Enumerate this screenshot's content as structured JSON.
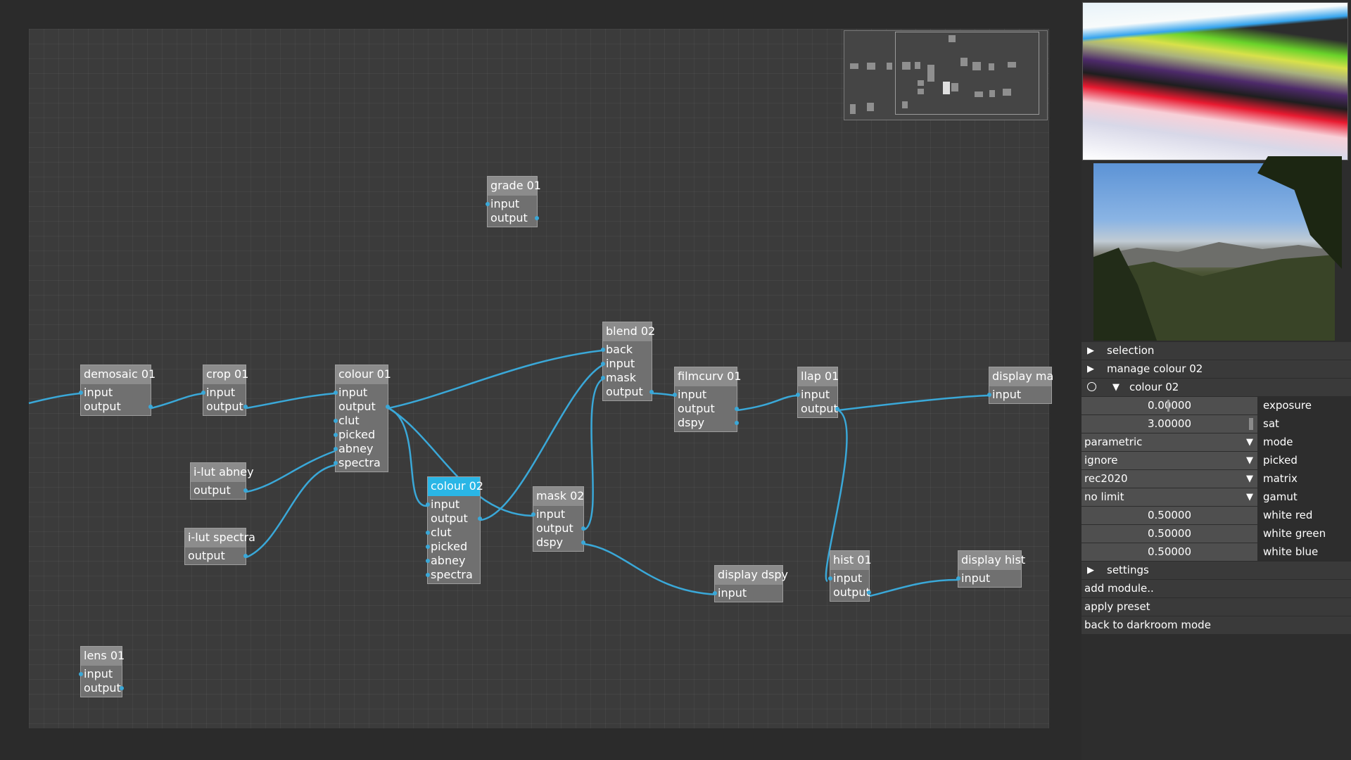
{
  "nodes": {
    "grade01": {
      "title": "grade 01",
      "ports": [
        "input",
        "output"
      ]
    },
    "demosaic01": {
      "title": "demosaic 01",
      "ports": [
        "input",
        "output"
      ]
    },
    "crop01": {
      "title": "crop 01",
      "ports": [
        "input",
        "output"
      ]
    },
    "colour01": {
      "title": "colour 01",
      "ports": [
        "input",
        "output",
        "clut",
        "picked",
        "abney",
        "spectra"
      ]
    },
    "ilutabney": {
      "title": "i-lut abney",
      "ports": [
        "output"
      ]
    },
    "ilutspectra": {
      "title": "i-lut spectra",
      "ports": [
        "output"
      ]
    },
    "colour02": {
      "title": "colour 02",
      "ports": [
        "input",
        "output",
        "clut",
        "picked",
        "abney",
        "spectra"
      ]
    },
    "mask02": {
      "title": "mask 02",
      "ports": [
        "input",
        "output",
        "dspy"
      ]
    },
    "blend02": {
      "title": "blend 02",
      "ports": [
        "back",
        "input",
        "mask",
        "output"
      ]
    },
    "filmcurv01": {
      "title": "filmcurv 01",
      "ports": [
        "input",
        "output",
        "dspy"
      ]
    },
    "llap01": {
      "title": "llap 01",
      "ports": [
        "input",
        "output"
      ]
    },
    "displayma": {
      "title": "display ma",
      "ports": [
        "input"
      ]
    },
    "displaydspy": {
      "title": "display dspy",
      "ports": [
        "input"
      ]
    },
    "hist01": {
      "title": "hist 01",
      "ports": [
        "input",
        "output"
      ]
    },
    "displayhist": {
      "title": "display hist",
      "ports": [
        "input"
      ]
    },
    "lens01": {
      "title": "lens 01",
      "ports": [
        "input",
        "output"
      ]
    }
  },
  "panel": {
    "selection": "selection",
    "manage": "manage colour 02",
    "module": "colour 02",
    "exposure": {
      "value": "0.00000",
      "label": "exposure"
    },
    "sat": {
      "value": "3.00000",
      "label": "sat"
    },
    "mode": {
      "value": "parametric",
      "label": "mode"
    },
    "picked": {
      "value": "ignore",
      "label": "picked"
    },
    "matrix": {
      "value": "rec2020",
      "label": "matrix"
    },
    "gamut": {
      "value": "no limit",
      "label": "gamut"
    },
    "white_red": {
      "value": "0.50000",
      "label": "white red"
    },
    "white_green": {
      "value": "0.50000",
      "label": "white green"
    },
    "white_blue": {
      "value": "0.50000",
      "label": "white blue"
    },
    "settings": "settings",
    "add_module": "add module..",
    "apply_preset": "apply preset",
    "back": "back to darkroom mode"
  },
  "icons": {
    "expand": "triangle-right-icon",
    "collapse": "triangle-down-icon",
    "dropdown": "triangle-down-icon",
    "toggle": "circle-icon"
  },
  "colors": {
    "wire": "#3aa8d8",
    "selected": "#2ab6e6",
    "canvas": "#3b3b3b",
    "node": "#8c8c8c"
  }
}
